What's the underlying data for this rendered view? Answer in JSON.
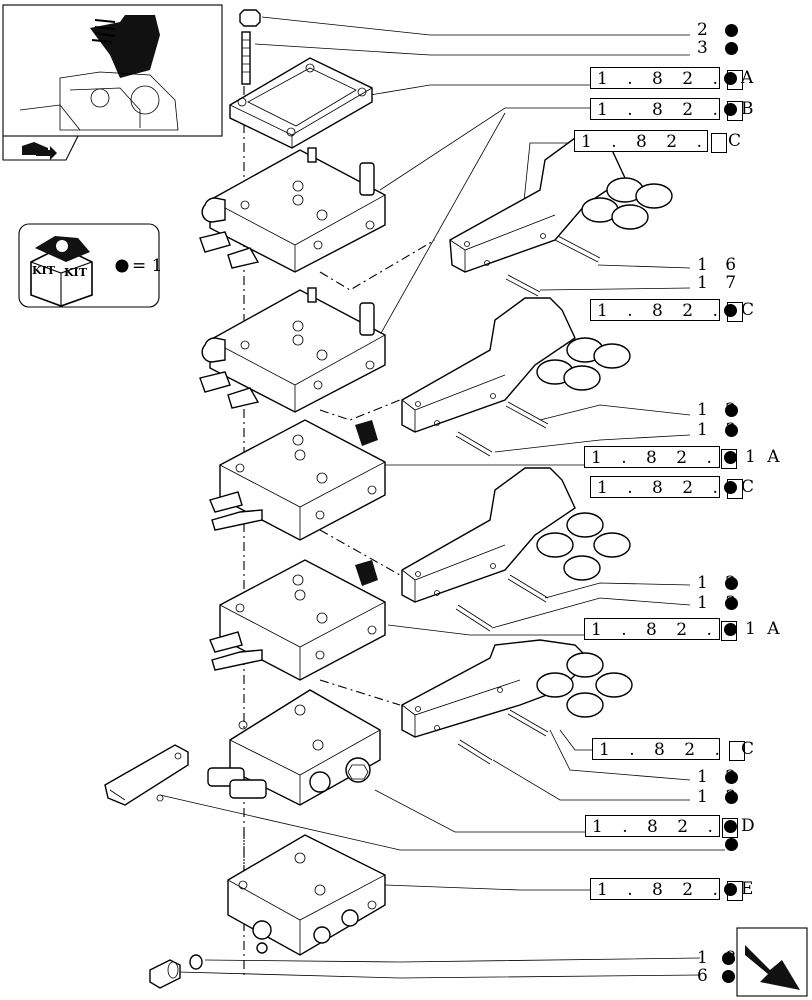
{
  "callouts": [
    {
      "id": "item-2",
      "text": "2",
      "dot": true
    },
    {
      "id": "item-3",
      "text": "3",
      "dot": true
    },
    {
      "id": "item-16",
      "text": "1 6",
      "dot": false
    },
    {
      "id": "item-17",
      "text": "1 7",
      "dot": false
    },
    {
      "id": "item-12a",
      "text": "1 2",
      "dot": true
    },
    {
      "id": "item-13a",
      "text": "1 3",
      "dot": true
    },
    {
      "id": "item-12b",
      "text": "1 2",
      "dot": true
    },
    {
      "id": "item-13b",
      "text": "1 3",
      "dot": true
    },
    {
      "id": "item-12c",
      "text": "1 2",
      "dot": true
    },
    {
      "id": "item-13c",
      "text": "1 3",
      "dot": true
    },
    {
      "id": "item-18",
      "text": "1 8",
      "dot": true
    },
    {
      "id": "item-6",
      "text": "6",
      "dot": true
    }
  ],
  "references": [
    {
      "id": "ref-1",
      "code": "1 . 8 2 .",
      "suffix": "A"
    },
    {
      "id": "ref-2",
      "code": "1 . 8 2 .",
      "suffix": "B"
    },
    {
      "id": "ref-3",
      "code": "1 . 8 2 .",
      "suffix": "C"
    },
    {
      "id": "ref-4",
      "code": "1 . 8 2 .",
      "suffix": "C"
    },
    {
      "id": "ref-5",
      "code": "1 . 8 2 .",
      "suffix": "1 A"
    },
    {
      "id": "ref-6",
      "code": "1 . 8 2 .",
      "suffix": "C"
    },
    {
      "id": "ref-7",
      "code": "1 . 8 2 .",
      "suffix": "1 A"
    },
    {
      "id": "ref-8",
      "code": "1 . 8 2 .",
      "suffix": "C"
    },
    {
      "id": "ref-9",
      "code": "1 . 8 2 .",
      "suffix": "D"
    },
    {
      "id": "ref-10",
      "code": "1 . 8 2 .",
      "suffix": "E"
    }
  ],
  "kit_legend": {
    "kit_word": "KIT",
    "equals": "= 1"
  },
  "colors": {
    "line": "#000000",
    "background": "#ffffff"
  },
  "icons": {
    "thumbnail": "tractor-hydraulic-thumbnail",
    "nav": "back-arrow-icon",
    "thumb_nav": "car-arrow-icon"
  }
}
